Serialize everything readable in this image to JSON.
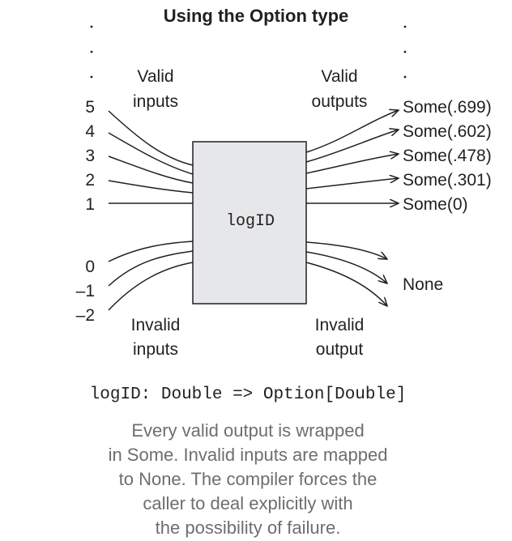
{
  "title": "Using the Option type",
  "box_label": "logID",
  "input_numbers": [
    "5",
    "4",
    "3",
    "2",
    "1",
    "0",
    "–1",
    "–2"
  ],
  "outputs": [
    "Some(.699)",
    "Some(.602)",
    "Some(.478)",
    "Some(.301)",
    "Some(0)",
    "None"
  ],
  "labels": {
    "valid_inputs": [
      "Valid",
      "inputs"
    ],
    "valid_outputs": [
      "Valid",
      "outputs"
    ],
    "invalid_inputs": [
      "Invalid",
      "inputs"
    ],
    "invalid_output": [
      "Invalid",
      "output"
    ]
  },
  "signature": "logID: Double => Option[Double]",
  "caption": [
    "Every valid output is wrapped",
    "in Some. Invalid inputs are mapped",
    "to None. The compiler forces the",
    "caller to deal explicitly with",
    "the possibility of failure."
  ],
  "colors": {
    "box_fill": "#e6e7e8",
    "text": "#231f20",
    "caption": "#6d6e71"
  }
}
